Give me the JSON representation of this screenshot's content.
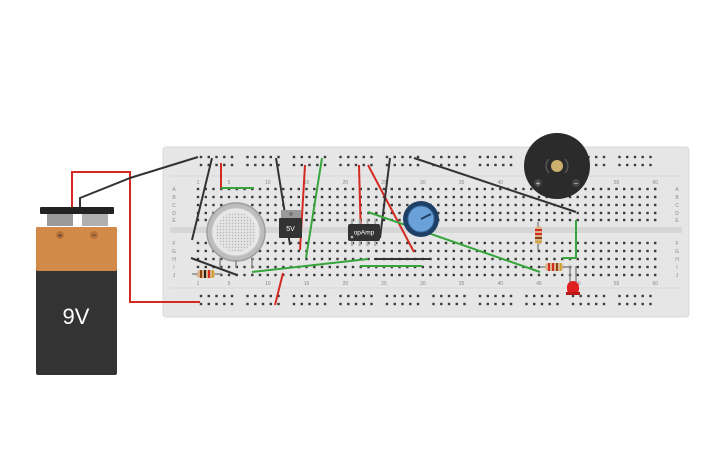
{
  "battery": {
    "label": "9V",
    "plus_symbol": "+",
    "minus_symbol": "−"
  },
  "regulator": {
    "label": "5V"
  },
  "opamp": {
    "label": "opAmp"
  },
  "buzzer": {
    "plus_symbol": "+",
    "minus_symbol": "−"
  },
  "breadboard": {
    "column_numbers": [
      "1",
      "5",
      "10",
      "15",
      "20",
      "25",
      "30",
      "35",
      "40",
      "45",
      "50",
      "55",
      "60"
    ],
    "row_letters_top": [
      "A",
      "B",
      "C",
      "D",
      "E"
    ],
    "row_letters_bottom": [
      "F",
      "G",
      "H",
      "I",
      "J"
    ]
  },
  "colors": {
    "wire_red": "#d42a22",
    "wire_black": "#333333",
    "wire_green": "#36a53c",
    "breadboard": "#e6e6e6",
    "battery_body": "#333333",
    "battery_top": "#d28a48",
    "led_red": "#e02020"
  }
}
